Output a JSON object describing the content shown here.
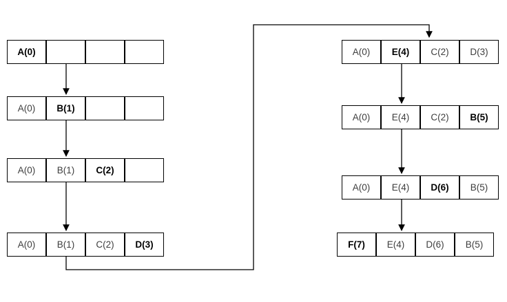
{
  "diagram": {
    "type": "array-state-sequence",
    "frames_per_array": 4,
    "colors": {
      "background": "#ffffff",
      "border": "#000000",
      "arrow": "#000000",
      "text_regular": "#3d3d3d",
      "text_bold": "#000000"
    }
  },
  "arrays": [
    {
      "step": 1,
      "cells": [
        {
          "label": "A(0)",
          "bold": true
        },
        {
          "label": "",
          "bold": false
        },
        {
          "label": "",
          "bold": false
        },
        {
          "label": "",
          "bold": false
        }
      ]
    },
    {
      "step": 2,
      "cells": [
        {
          "label": "A(0)",
          "bold": false
        },
        {
          "label": "B(1)",
          "bold": true
        },
        {
          "label": "",
          "bold": false
        },
        {
          "label": "",
          "bold": false
        }
      ]
    },
    {
      "step": 3,
      "cells": [
        {
          "label": "A(0)",
          "bold": false
        },
        {
          "label": "B(1)",
          "bold": false
        },
        {
          "label": "C(2)",
          "bold": true
        },
        {
          "label": "",
          "bold": false
        }
      ]
    },
    {
      "step": 4,
      "cells": [
        {
          "label": "A(0)",
          "bold": false
        },
        {
          "label": "B(1)",
          "bold": false
        },
        {
          "label": "C(2)",
          "bold": false
        },
        {
          "label": "D(3)",
          "bold": true
        }
      ]
    },
    {
      "step": 5,
      "cells": [
        {
          "label": "A(0)",
          "bold": false
        },
        {
          "label": "E(4)",
          "bold": true
        },
        {
          "label": "C(2)",
          "bold": false
        },
        {
          "label": "D(3)",
          "bold": false
        }
      ]
    },
    {
      "step": 6,
      "cells": [
        {
          "label": "A(0)",
          "bold": false
        },
        {
          "label": "E(4)",
          "bold": false
        },
        {
          "label": "C(2)",
          "bold": false
        },
        {
          "label": "B(5)",
          "bold": true
        }
      ]
    },
    {
      "step": 7,
      "cells": [
        {
          "label": "A(0)",
          "bold": false
        },
        {
          "label": "E(4)",
          "bold": false
        },
        {
          "label": "D(6)",
          "bold": true
        },
        {
          "label": "B(5)",
          "bold": false
        }
      ]
    },
    {
      "step": 8,
      "cells": [
        {
          "label": "F(7)",
          "bold": true
        },
        {
          "label": "E(4)",
          "bold": false
        },
        {
          "label": "D(6)",
          "bold": false
        },
        {
          "label": "B(5)",
          "bold": false
        }
      ]
    }
  ]
}
